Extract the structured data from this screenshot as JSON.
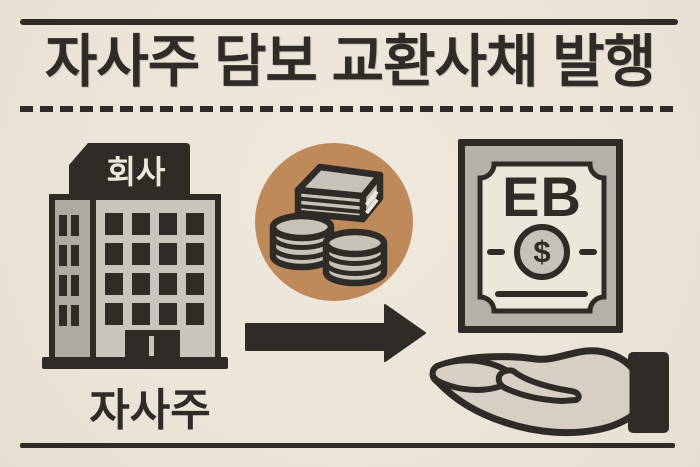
{
  "header": {
    "title": "자사주 담보 교환사채 발행"
  },
  "building": {
    "sign_label": "회사",
    "caption": "자사주"
  },
  "certificate": {
    "label": "EB",
    "seal_symbol": "$"
  },
  "icons": {
    "money": "money-stack-and-coins",
    "arrow": "arrow-right",
    "hand": "receiving-hand"
  },
  "colors": {
    "background": "#eae4d7",
    "ink": "#2f2c28",
    "accent_brown": "#bf8a5a",
    "building_main": "#c9c5bd",
    "building_tower": "#aeaaa3",
    "coin_gray": "#c6c2ba",
    "certificate_gray": "#b4b0aa",
    "paper_cream": "#ece7db",
    "hand_fill": "#d5cfc4"
  }
}
